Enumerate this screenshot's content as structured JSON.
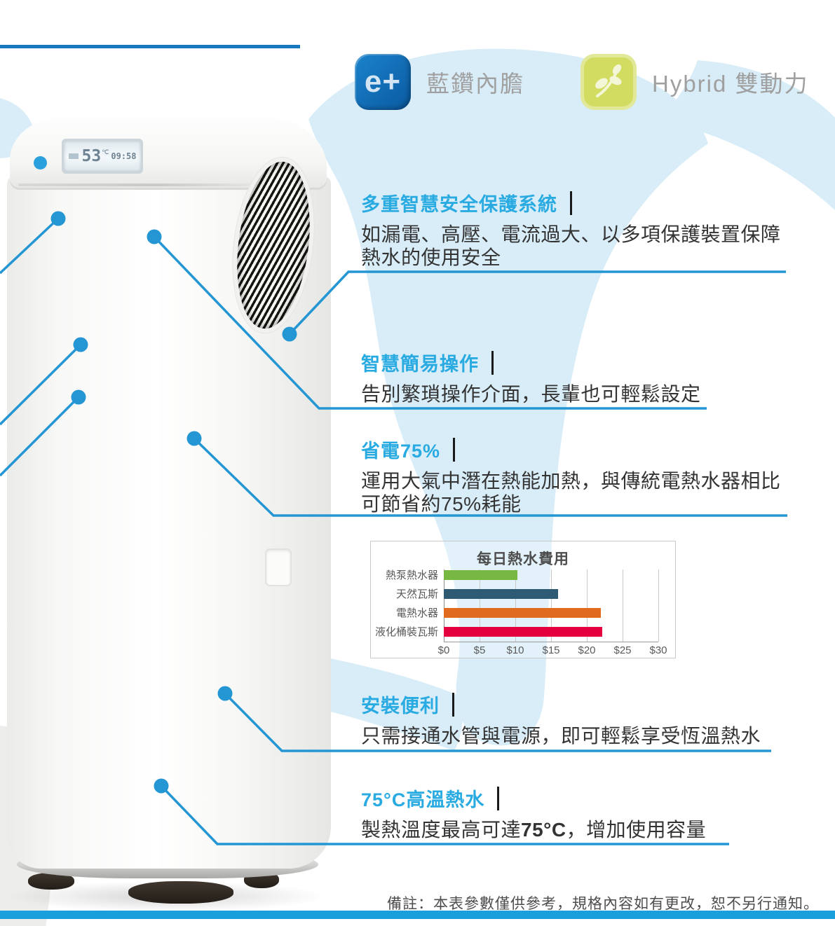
{
  "badges": [
    {
      "icon": "e-plus",
      "icon_text": "e+",
      "label": "藍鑽內膽"
    },
    {
      "icon": "leaf",
      "label": "Hybrid 雙動力"
    }
  ],
  "device": {
    "display": {
      "temperature": "53",
      "unit": "℃",
      "time": "09:58"
    }
  },
  "features": [
    {
      "id": "safety",
      "title": "多重智慧安全保護系統",
      "body": "如漏電、高壓、電流過大、以多項保護裝置保障熱水的使用安全"
    },
    {
      "id": "easy-operation",
      "title": "智慧簡易操作",
      "body": "告別繁瑣操作介面，長輩也可輕鬆設定"
    },
    {
      "id": "power-saving",
      "title": "省電75%",
      "body": "運用大氣中潛在熱能加熱，與傳統電熱水器相比可節省約75%耗能"
    },
    {
      "id": "easy-install",
      "title": "安裝便利",
      "body": "只需接通水管與電源，即可輕鬆享受恆溫熱水"
    },
    {
      "id": "high-temp",
      "title": "75°C高溫熱水",
      "body_prefix": "製熱溫度最高可達",
      "body_strong": "75°C",
      "body_suffix": "，增加使用容量"
    }
  ],
  "chart_data": {
    "type": "bar",
    "orientation": "horizontal",
    "title": "每日熱水費用",
    "categories": [
      "熱泵熱水器",
      "天然瓦斯",
      "電熱水器",
      "液化桶裝瓦斯"
    ],
    "values": [
      10.3,
      16,
      22,
      22.2
    ],
    "xlim": [
      0,
      30
    ],
    "xticks": [
      0,
      5,
      10,
      15,
      20,
      25,
      30
    ],
    "tick_labels": [
      "$0",
      "$5",
      "$10",
      "$15",
      "$20",
      "$25",
      "$30"
    ],
    "bar_colors": [
      "#77b843",
      "#2f5a74",
      "#e06b1f",
      "#e4003f"
    ],
    "grid": true,
    "legend": "none",
    "xlabel": "",
    "ylabel": ""
  },
  "note": "備註：本表參數僅供參考，規格內容如有更改，恕不另行通知。",
  "colors": {
    "accent_blue": "#29abe2",
    "callout_line": "#2496d3",
    "top_rule": "#1878bf",
    "bottom_bar": "#18a0dc",
    "background_blob": "#d8edf8",
    "badge_blue": "#1272b9",
    "badge_green": "#d2dc61",
    "body_text": "#333333"
  }
}
